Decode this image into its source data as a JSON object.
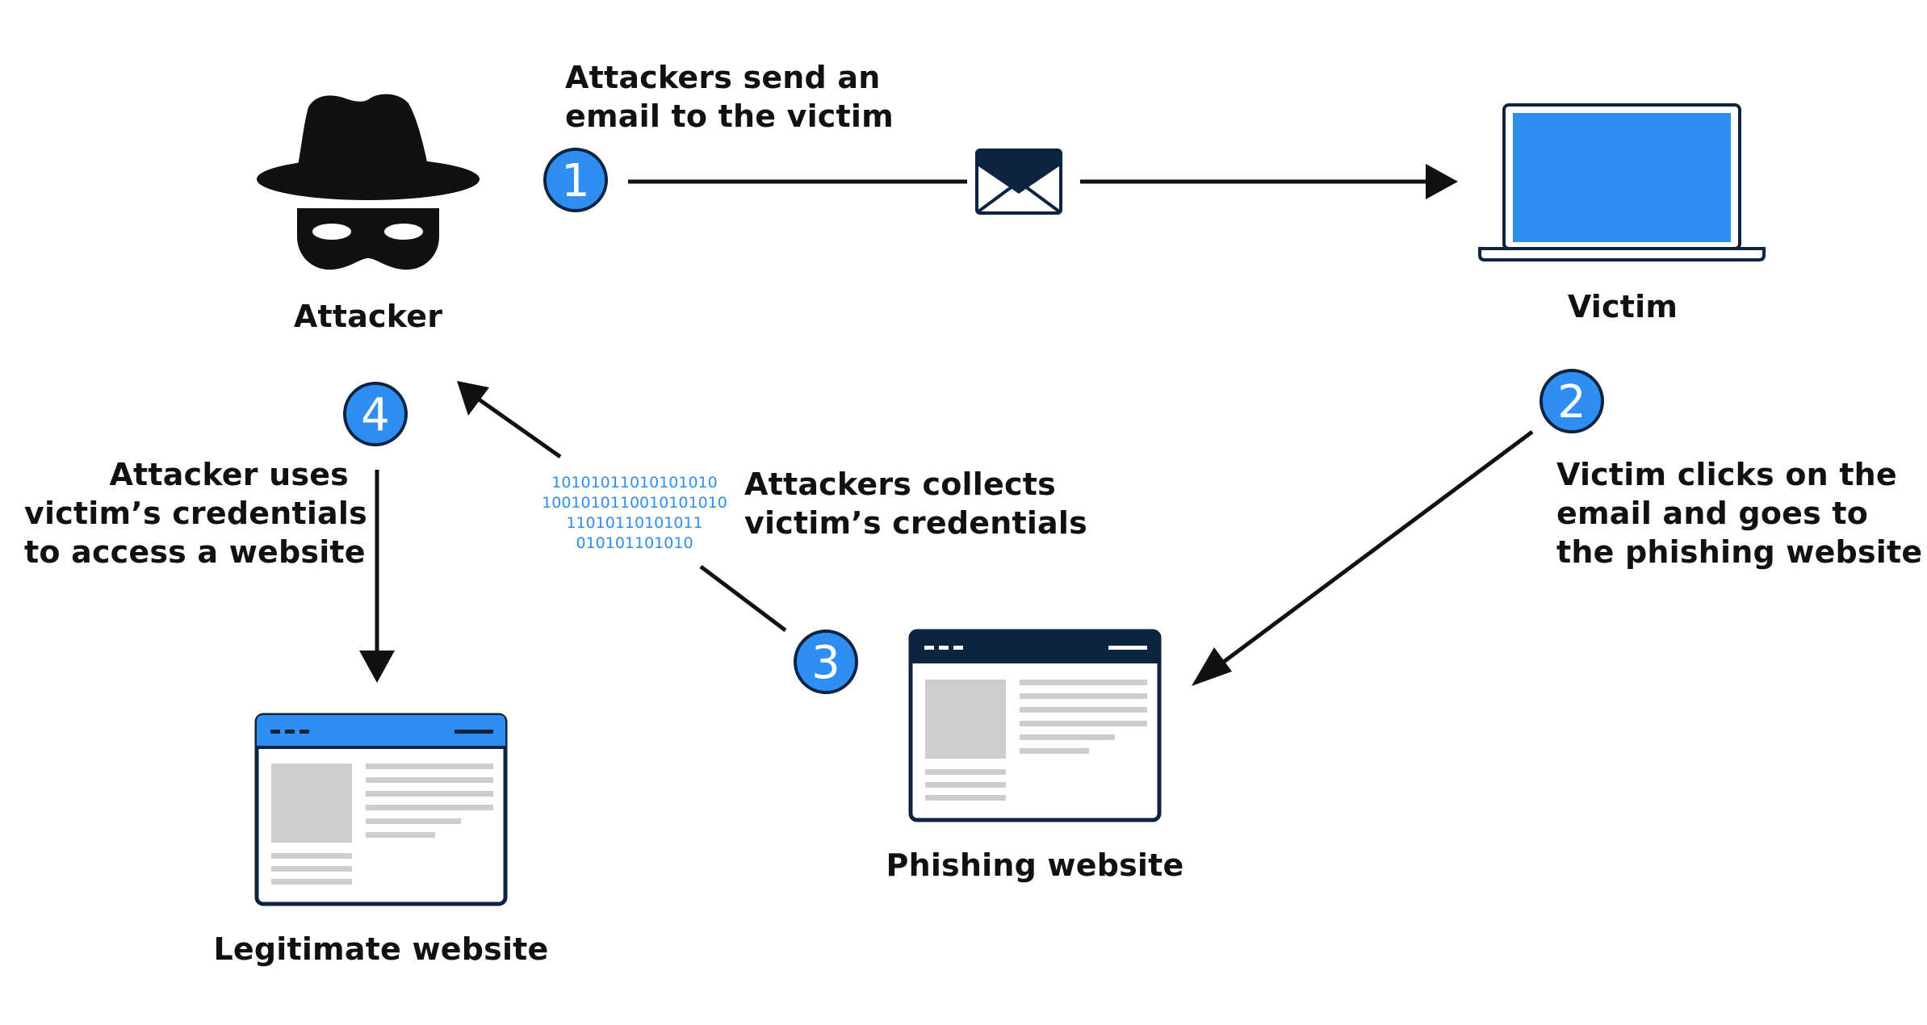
{
  "colors": {
    "accent_blue": "#2f8ef2",
    "navy": "#0d2440",
    "dark": "#111111",
    "panel_gray": "#cdcdcd"
  },
  "nodes": {
    "attacker": {
      "label": "Attacker",
      "icon": "spy-hat-mask-icon"
    },
    "victim": {
      "label": "Victim",
      "icon": "laptop-icon"
    },
    "phishing_site": {
      "label": "Phishing website",
      "icon": "browser-window-icon"
    },
    "legit_site": {
      "label": "Legitimate website",
      "icon": "browser-window-icon"
    }
  },
  "email_icon": "envelope-icon",
  "steps": [
    {
      "number": "1",
      "lines": [
        "Attackers send an",
        "email to the victim"
      ]
    },
    {
      "number": "2",
      "lines": [
        "Victim clicks on the",
        "email and goes to",
        "the phishing website"
      ]
    },
    {
      "number": "3",
      "lines": [
        "Attackers collects",
        "victim’s credentials"
      ]
    },
    {
      "number": "4",
      "lines": [
        "Attacker uses",
        "victim’s credentials",
        "to access a website"
      ]
    }
  ],
  "binary_lines": [
    "10101011010101010",
    "1001010110010101010",
    "11010110101011",
    "010101101010"
  ]
}
